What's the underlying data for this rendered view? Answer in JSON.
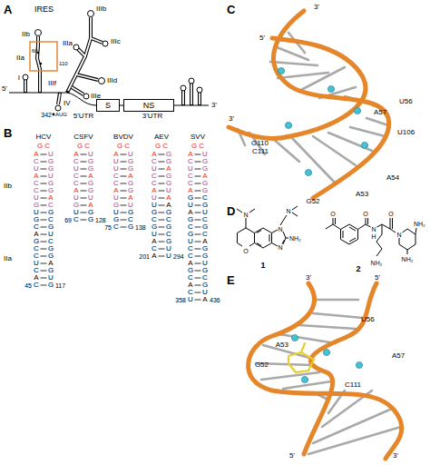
{
  "diagram": {
    "nodes": [
      {
        "text": [
          "S"
        ]
      },
      {
        "text": [
          "NS"
        ]
      }
    ],
    "edges": [
      {
        "from": 0,
        "to": 1,
        "arrow": "none"
      }
    ],
    "labels": [
      "A",
      "IRES",
      "IIIb",
      "IIb",
      "IIIa",
      "IIIc",
      "60",
      "IIa",
      "110",
      "IIId",
      "5'",
      "I",
      "IIIf",
      "IIIe",
      "IV",
      "342",
      "AUG",
      "5'UTR",
      "3'UTR",
      "3'",
      "B",
      "HCV",
      "CSFV",
      "BVDV",
      "AEV",
      "SVV",
      "IIb",
      "IIa",
      "G C",
      "A C U A C C U G",
      "U G G U G G A C",
      "U G C A G C C U C A C",
      "G C G U C G G A G U G",
      "45",
      "117",
      "G C",
      "A C U C C A U G",
      "U G G A G G U A",
      "U C",
      "G G",
      "69",
      "128",
      "G C",
      "A U U C C A U G",
      "U G G A G G A U",
      "U G C",
      "G C G",
      "75",
      "138",
      "G C",
      "A C U C C A U",
      "G G A G G U A",
      "U G C G U A C A",
      "A G C G C G U U",
      "201",
      "294",
      "G C",
      "A C U C C A",
      "U G G A G G",
      "G U A G C G U C C A G C A C U",
      "C G U C G C A G G U G C G U A",
      "358",
      "436",
      "C",
      "3'",
      "5'",
      "U56",
      "A57",
      "U106",
      "A54",
      "G110",
      "C111",
      "A53",
      "G52",
      "3'",
      "D",
      "N",
      "N",
      "O",
      "N",
      "N",
      "NH₂",
      "1",
      "O",
      "O",
      "N",
      "H",
      "O",
      "N",
      "NH₂",
      "NH₂",
      "NH₂",
      "2",
      "E",
      "3'",
      "5'",
      "U56",
      "A53",
      "A57",
      "G52",
      "C111",
      "5'",
      "3'"
    ]
  }
}
